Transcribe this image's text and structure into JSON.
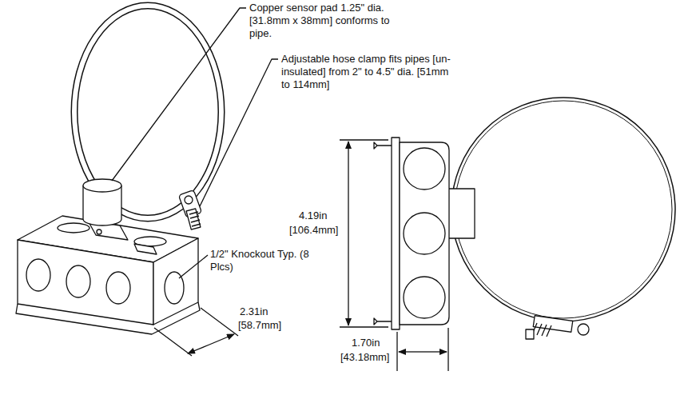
{
  "diagram": {
    "labels": [
      "Copper sensor pad 1.25\" dia. [31.8mm x 38mm] conforms to pipe.",
      "Adjustable hose clamp fits pipes [un-insulated] from 2\" to 4.5\" dia. [51mm to 114mm]",
      "1/2\" Knockout Typ. (8 Plcs)",
      "2.31in",
      "[58.7mm]",
      "4.19in",
      "[106.4mm]",
      "1.70in",
      "[43.18mm]"
    ]
  }
}
